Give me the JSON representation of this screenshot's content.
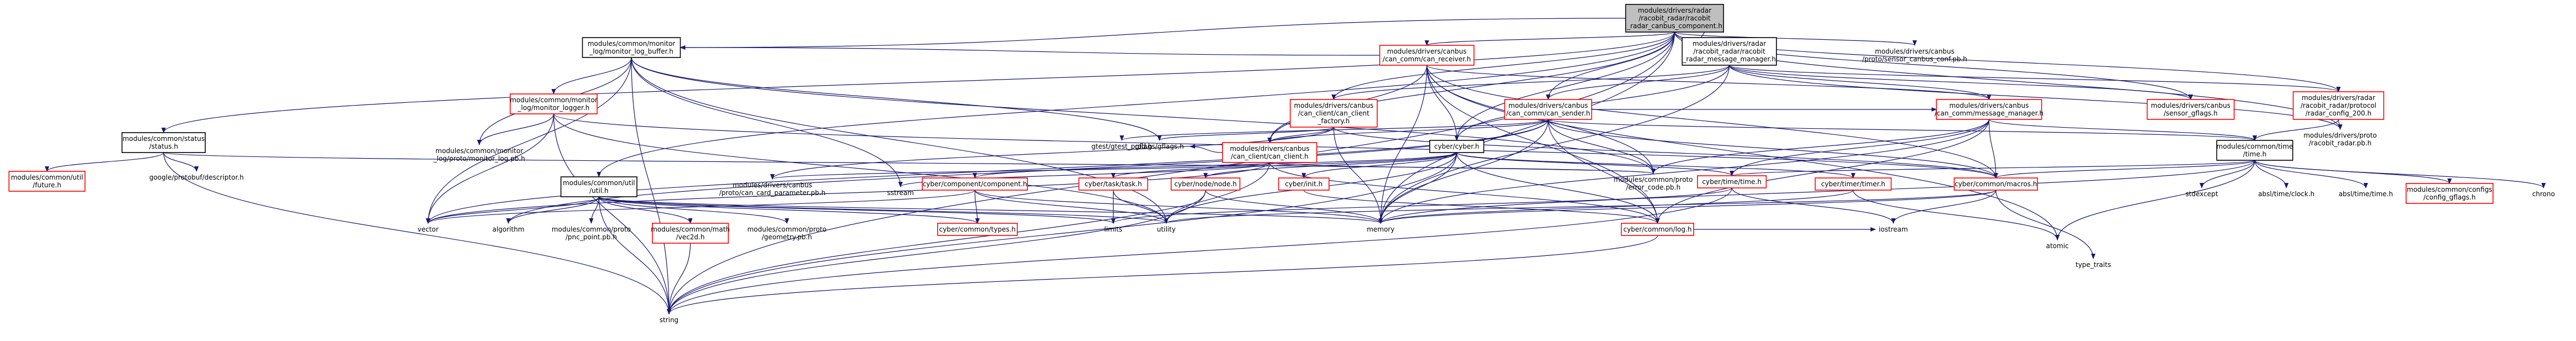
{
  "graph": {
    "root": "n_root",
    "nodes": [
      {
        "id": "n_root",
        "lines": [
          "modules/drivers/radar",
          "/racobit_radar/racobit",
          "_radar_canbus_component.h"
        ],
        "style": "root"
      },
      {
        "id": "n_logbuffer",
        "lines": [
          "modules/common/monitor",
          "_log/monitor_log_buffer.h"
        ],
        "style": "normal"
      },
      {
        "id": "n_canreceiver",
        "lines": [
          "modules/drivers/canbus",
          "/can_comm/can_receiver.h"
        ],
        "style": "red"
      },
      {
        "id": "n_msgmanager_racobit",
        "lines": [
          "modules/drivers/radar",
          "/racobit_radar/racobit",
          "_radar_message_manager.h"
        ],
        "style": "normal"
      },
      {
        "id": "n_sensor_canbus_conf",
        "lines": [
          "modules/drivers/canbus",
          "/proto/sensor_canbus_conf.pb.h"
        ],
        "style": "plain"
      },
      {
        "id": "n_status",
        "lines": [
          "modules/common/status",
          "/status.h"
        ],
        "style": "normal"
      },
      {
        "id": "n_logger",
        "lines": [
          "modules/common/monitor",
          "_log/monitor_logger.h"
        ],
        "style": "red"
      },
      {
        "id": "n_canclientfactory",
        "lines": [
          "modules/drivers/canbus",
          "/can_client/can_client",
          "_factory.h"
        ],
        "style": "red"
      },
      {
        "id": "n_cansender",
        "lines": [
          "modules/drivers/canbus",
          "/can_comm/can_sender.h"
        ],
        "style": "red"
      },
      {
        "id": "n_messagemanager",
        "lines": [
          "modules/drivers/canbus",
          "/can_comm/message_manager.h"
        ],
        "style": "red"
      },
      {
        "id": "n_sensorgflags",
        "lines": [
          "modules/drivers/canbus",
          "/sensor_gflags.h"
        ],
        "style": "red"
      },
      {
        "id": "n_radarconf200",
        "lines": [
          "modules/drivers/radar",
          "/racobit_radar/protocol",
          "/radar_config_200.h"
        ],
        "style": "red"
      },
      {
        "id": "n_racobitpb",
        "lines": [
          "modules/drivers/proto",
          "/racobit_radar.pb.h"
        ],
        "style": "plain"
      },
      {
        "id": "n_logpb",
        "lines": [
          "modules/common/monitor",
          "_log/proto/monitor_log.pb.h"
        ],
        "style": "plain"
      },
      {
        "id": "n_gflags",
        "lines": [
          "gflags/gflags.h"
        ],
        "style": "plain"
      },
      {
        "id": "n_canclient",
        "lines": [
          "modules/drivers/canbus",
          "/can_client/can_client.h"
        ],
        "style": "red"
      },
      {
        "id": "n_cyberh",
        "lines": [
          "cyber/cyber.h"
        ],
        "style": "normal"
      },
      {
        "id": "n_time",
        "lines": [
          "modules/common/time",
          "/time.h"
        ],
        "style": "normal"
      },
      {
        "id": "n_future",
        "lines": [
          "modules/common/util",
          "/future.h"
        ],
        "style": "red"
      },
      {
        "id": "n_descriptor",
        "lines": [
          "google/protobuf/descriptor.h"
        ],
        "style": "plain"
      },
      {
        "id": "n_util",
        "lines": [
          "modules/common/util",
          "/util.h"
        ],
        "style": "normal"
      },
      {
        "id": "n_canparam",
        "lines": [
          "modules/drivers/canbus",
          "/proto/can_card_parameter.pb.h"
        ],
        "style": "plain"
      },
      {
        "id": "n_sstream",
        "lines": [
          "sstream"
        ],
        "style": "plain"
      },
      {
        "id": "n_component",
        "lines": [
          "cyber/component/component.h"
        ],
        "style": "red"
      },
      {
        "id": "n_task",
        "lines": [
          "cyber/task/task.h"
        ],
        "style": "red"
      },
      {
        "id": "n_node",
        "lines": [
          "cyber/node/node.h"
        ],
        "style": "red"
      },
      {
        "id": "n_init",
        "lines": [
          "cyber/init.h"
        ],
        "style": "red"
      },
      {
        "id": "n_errorcode",
        "lines": [
          "modules/common/proto",
          "/error_code.pb.h"
        ],
        "style": "plain"
      },
      {
        "id": "n_cybertime",
        "lines": [
          "cyber/time/time.h"
        ],
        "style": "red"
      },
      {
        "id": "n_cybertimer",
        "lines": [
          "cyber/timer/timer.h"
        ],
        "style": "red"
      },
      {
        "id": "n_macros",
        "lines": [
          "cyber/common/macros.h"
        ],
        "style": "red"
      },
      {
        "id": "n_stdexcept",
        "lines": [
          "stdexcept"
        ],
        "style": "plain"
      },
      {
        "id": "n_abslclock",
        "lines": [
          "absl/time/clock.h"
        ],
        "style": "plain"
      },
      {
        "id": "n_absltime",
        "lines": [
          "absl/time/time.h"
        ],
        "style": "plain"
      },
      {
        "id": "n_configgflags",
        "lines": [
          "modules/common/configs",
          "/config_gflags.h"
        ],
        "style": "red"
      },
      {
        "id": "n_chrono",
        "lines": [
          "chrono"
        ],
        "style": "plain"
      },
      {
        "id": "n_vector",
        "lines": [
          "vector"
        ],
        "style": "plain"
      },
      {
        "id": "n_algorithm",
        "lines": [
          "algorithm"
        ],
        "style": "plain"
      },
      {
        "id": "n_pncpoint",
        "lines": [
          "modules/common/proto",
          "/pnc_point.pb.h"
        ],
        "style": "plain"
      },
      {
        "id": "n_vec2d",
        "lines": [
          "modules/common/math",
          "/vec2d.h"
        ],
        "style": "red"
      },
      {
        "id": "n_geometry",
        "lines": [
          "modules/common/proto",
          "/geometry.pb.h"
        ],
        "style": "plain"
      },
      {
        "id": "n_types",
        "lines": [
          "cyber/common/types.h"
        ],
        "style": "red"
      },
      {
        "id": "n_limits",
        "lines": [
          "limits"
        ],
        "style": "plain"
      },
      {
        "id": "n_utility",
        "lines": [
          "utility"
        ],
        "style": "plain"
      },
      {
        "id": "n_memory",
        "lines": [
          "memory"
        ],
        "style": "plain"
      },
      {
        "id": "n_log",
        "lines": [
          "cyber/common/log.h"
        ],
        "style": "red"
      },
      {
        "id": "n_iostream",
        "lines": [
          "iostream"
        ],
        "style": "plain"
      },
      {
        "id": "n_atomic",
        "lines": [
          "atomic"
        ],
        "style": "plain"
      },
      {
        "id": "n_typetraits",
        "lines": [
          "type_traits"
        ],
        "style": "plain"
      },
      {
        "id": "n_string",
        "lines": [
          "string"
        ],
        "style": "plain"
      },
      {
        "id": "n_gtest",
        "lines": [
          "gtest/gtest_prod.h"
        ],
        "style": "plain"
      }
    ],
    "edges": [
      [
        "n_root",
        "n_logbuffer"
      ],
      [
        "n_root",
        "n_canreceiver"
      ],
      [
        "n_root",
        "n_msgmanager_racobit"
      ],
      [
        "n_root",
        "n_sensor_canbus_conf"
      ],
      [
        "n_root",
        "n_status"
      ],
      [
        "n_root",
        "n_canclientfactory"
      ],
      [
        "n_root",
        "n_cansender"
      ],
      [
        "n_root",
        "n_sensorgflags"
      ],
      [
        "n_root",
        "n_radarconf200"
      ],
      [
        "n_root",
        "n_racobitpb"
      ],
      [
        "n_root",
        "n_canclient"
      ],
      [
        "n_root",
        "n_cyberh"
      ],
      [
        "n_root",
        "n_memory"
      ],
      [
        "n_root",
        "n_string"
      ],
      [
        "n_root",
        "n_util"
      ],
      [
        "n_logbuffer",
        "n_logger"
      ],
      [
        "n_logbuffer",
        "n_logpb"
      ],
      [
        "n_logbuffer",
        "n_gflags"
      ],
      [
        "n_logbuffer",
        "n_vector"
      ],
      [
        "n_logbuffer",
        "n_sstream"
      ],
      [
        "n_logbuffer",
        "n_string"
      ],
      [
        "n_logbuffer",
        "n_errorcode"
      ],
      [
        "n_logbuffer",
        "n_utility"
      ],
      [
        "n_logger",
        "n_logpb"
      ],
      [
        "n_logger",
        "n_vector"
      ],
      [
        "n_logger",
        "n_string"
      ],
      [
        "n_logger",
        "n_utility"
      ],
      [
        "n_logger",
        "n_macros"
      ],
      [
        "n_canreceiver",
        "n_canclient"
      ],
      [
        "n_canreceiver",
        "n_messagemanager"
      ],
      [
        "n_canreceiver",
        "n_errorcode"
      ],
      [
        "n_canreceiver",
        "n_memory"
      ],
      [
        "n_canreceiver",
        "n_log"
      ],
      [
        "n_canreceiver",
        "n_atomic"
      ],
      [
        "n_canreceiver",
        "n_cyberh"
      ],
      [
        "n_canreceiver",
        "n_logbuffer"
      ],
      [
        "n_canreceiver",
        "n_macros"
      ],
      [
        "n_msgmanager_racobit",
        "n_messagemanager"
      ],
      [
        "n_msgmanager_racobit",
        "n_cansender"
      ],
      [
        "n_msgmanager_racobit",
        "n_racobitpb"
      ],
      [
        "n_msgmanager_racobit",
        "n_sensorgflags"
      ],
      [
        "n_msgmanager_racobit",
        "n_radarconf200"
      ],
      [
        "n_msgmanager_racobit",
        "n_canclientfactory"
      ],
      [
        "n_msgmanager_racobit",
        "n_memory"
      ],
      [
        "n_msgmanager_racobit",
        "n_cyberh"
      ],
      [
        "n_canclientfactory",
        "n_canclient"
      ],
      [
        "n_canclientfactory",
        "n_memory"
      ],
      [
        "n_canclientfactory",
        "n_macros"
      ],
      [
        "n_canclientfactory",
        "n_canparam"
      ],
      [
        "n_canclientfactory",
        "n_gflags"
      ],
      [
        "n_cansender",
        "n_canclient"
      ],
      [
        "n_cansender",
        "n_messagemanager"
      ],
      [
        "n_cansender",
        "n_errorcode"
      ],
      [
        "n_cansender",
        "n_vector"
      ],
      [
        "n_cansender",
        "n_time"
      ],
      [
        "n_cansender",
        "n_gtest"
      ],
      [
        "n_cansender",
        "n_log"
      ],
      [
        "n_cansender",
        "n_macros"
      ],
      [
        "n_cansender",
        "n_memory"
      ],
      [
        "n_cansender",
        "n_algorithm"
      ],
      [
        "n_messagemanager",
        "n_time"
      ],
      [
        "n_messagemanager",
        "n_errorcode"
      ],
      [
        "n_messagemanager",
        "n_cybertime"
      ],
      [
        "n_messagemanager",
        "n_log"
      ],
      [
        "n_messagemanager",
        "n_memory"
      ],
      [
        "n_messagemanager",
        "n_macros"
      ],
      [
        "n_radarconf200",
        "n_racobitpb"
      ],
      [
        "n_radarconf200",
        "n_time"
      ],
      [
        "n_canclient",
        "n_vector"
      ],
      [
        "n_canclient",
        "n_canparam"
      ],
      [
        "n_canclient",
        "n_errorcode"
      ],
      [
        "n_canclient",
        "n_sstream"
      ],
      [
        "n_canclient",
        "n_string"
      ],
      [
        "n_canclient",
        "n_log"
      ],
      [
        "n_canclient",
        "n_gflags"
      ],
      [
        "n_cyberh",
        "n_component"
      ],
      [
        "n_cyberh",
        "n_task"
      ],
      [
        "n_cyberh",
        "n_node"
      ],
      [
        "n_cyberh",
        "n_init"
      ],
      [
        "n_cyberh",
        "n_cybertime"
      ],
      [
        "n_cyberh",
        "n_cybertimer"
      ],
      [
        "n_cyberh",
        "n_log"
      ],
      [
        "n_cyberh",
        "n_memory"
      ],
      [
        "n_cyberh",
        "n_string"
      ],
      [
        "n_cyberh",
        "n_utility"
      ],
      [
        "n_time",
        "n_stdexcept"
      ],
      [
        "n_time",
        "n_abslclock"
      ],
      [
        "n_time",
        "n_absltime"
      ],
      [
        "n_time",
        "n_configgflags"
      ],
      [
        "n_time",
        "n_chrono"
      ],
      [
        "n_time",
        "n_atomic"
      ],
      [
        "n_time",
        "n_macros"
      ],
      [
        "n_time",
        "n_cybertime"
      ],
      [
        "n_time",
        "n_memory"
      ],
      [
        "n_status",
        "n_future"
      ],
      [
        "n_status",
        "n_descriptor"
      ],
      [
        "n_status",
        "n_errorcode"
      ],
      [
        "n_status",
        "n_string"
      ],
      [
        "n_util",
        "n_vector"
      ],
      [
        "n_util",
        "n_algorithm"
      ],
      [
        "n_util",
        "n_pncpoint"
      ],
      [
        "n_util",
        "n_vec2d"
      ],
      [
        "n_util",
        "n_geometry"
      ],
      [
        "n_util",
        "n_types"
      ],
      [
        "n_util",
        "n_limits"
      ],
      [
        "n_util",
        "n_utility"
      ],
      [
        "n_util",
        "n_memory"
      ],
      [
        "n_util",
        "n_string"
      ],
      [
        "n_component",
        "n_types"
      ],
      [
        "n_component",
        "n_utility"
      ],
      [
        "n_component",
        "n_memory"
      ],
      [
        "n_component",
        "n_vector"
      ],
      [
        "n_node",
        "n_string"
      ],
      [
        "n_node",
        "n_memory"
      ],
      [
        "n_node",
        "n_utility"
      ],
      [
        "n_task",
        "n_utility"
      ],
      [
        "n_task",
        "n_limits"
      ],
      [
        "n_init",
        "n_log"
      ],
      [
        "n_cybertime",
        "n_limits"
      ],
      [
        "n_cybertime",
        "n_string"
      ],
      [
        "n_cybertime",
        "n_iostream"
      ],
      [
        "n_cybertimer",
        "n_memory"
      ],
      [
        "n_cybertimer",
        "n_atomic"
      ],
      [
        "n_macros",
        "n_iostream"
      ],
      [
        "n_macros",
        "n_memory"
      ],
      [
        "n_macros",
        "n_typetraits"
      ],
      [
        "n_macros",
        "n_utility"
      ],
      [
        "n_log",
        "n_string"
      ],
      [
        "n_log",
        "n_iostream"
      ],
      [
        "n_vec2d",
        "n_string"
      ]
    ]
  }
}
